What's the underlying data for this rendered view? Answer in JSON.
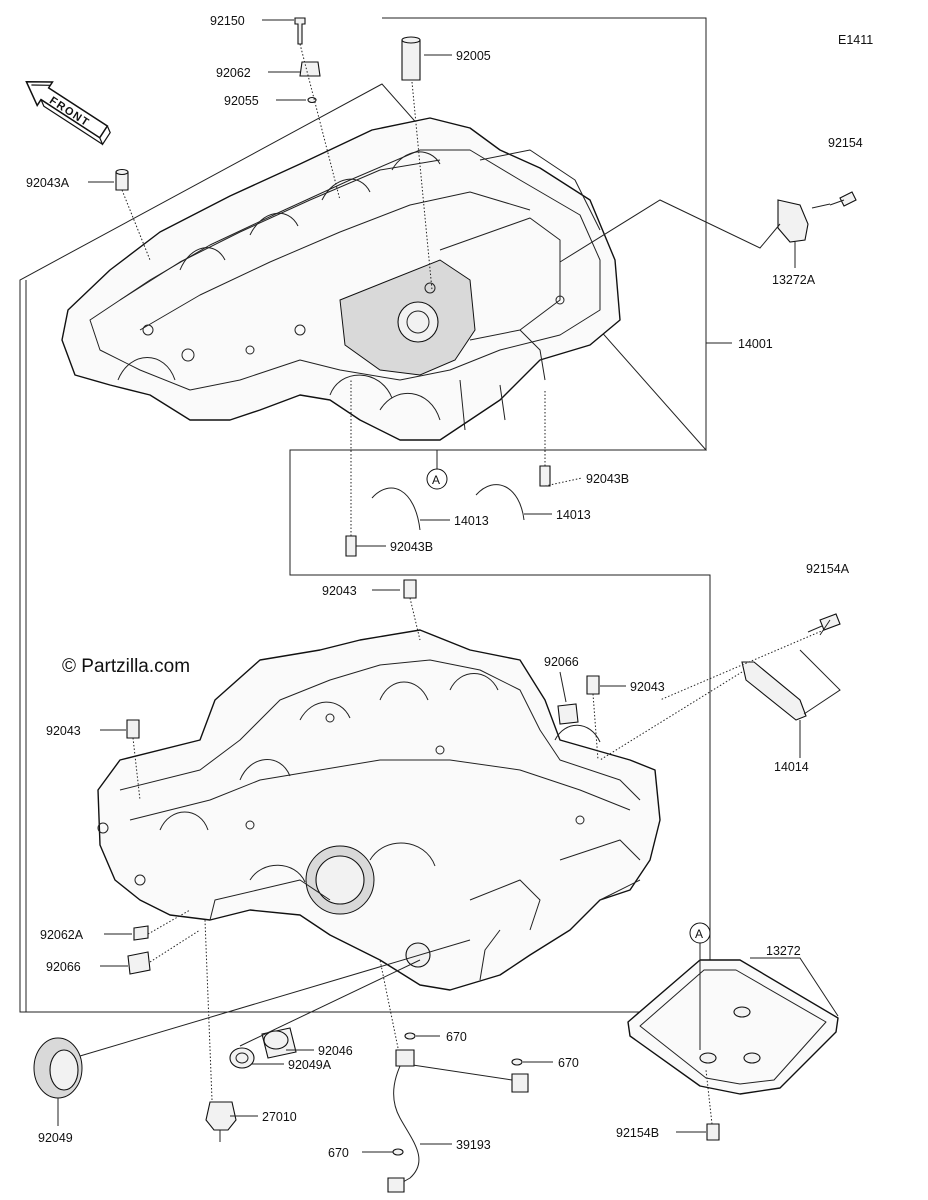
{
  "diagram_code": "E1411",
  "watermark": "© Partzilla.com",
  "front_badge": "FRONT",
  "reference_marker": "A",
  "parts": [
    {
      "id": "p92150",
      "number": "92150"
    },
    {
      "id": "p92062",
      "number": "92062"
    },
    {
      "id": "p92055",
      "number": "92055"
    },
    {
      "id": "p92005",
      "number": "92005"
    },
    {
      "id": "p92043A",
      "number": "92043A"
    },
    {
      "id": "p92154",
      "number": "92154"
    },
    {
      "id": "p13272A",
      "number": "13272A"
    },
    {
      "id": "p14001",
      "number": "14001"
    },
    {
      "id": "p92043B_r",
      "number": "92043B"
    },
    {
      "id": "p14013_l",
      "number": "14013"
    },
    {
      "id": "p14013_r",
      "number": "14013"
    },
    {
      "id": "p92043B_l",
      "number": "92043B"
    },
    {
      "id": "p92154A",
      "number": "92154A"
    },
    {
      "id": "p92043_t",
      "number": "92043"
    },
    {
      "id": "p92066_t",
      "number": "92066"
    },
    {
      "id": "p92043_r",
      "number": "92043"
    },
    {
      "id": "p92043_l",
      "number": "92043"
    },
    {
      "id": "p14014",
      "number": "14014"
    },
    {
      "id": "p92062A",
      "number": "92062A"
    },
    {
      "id": "p92066_b",
      "number": "92066"
    },
    {
      "id": "p13272",
      "number": "13272"
    },
    {
      "id": "p670_t",
      "number": "670"
    },
    {
      "id": "p92046",
      "number": "92046"
    },
    {
      "id": "p670_r",
      "number": "670"
    },
    {
      "id": "p92049A",
      "number": "92049A"
    },
    {
      "id": "p27010",
      "number": "27010"
    },
    {
      "id": "p92049",
      "number": "92049"
    },
    {
      "id": "p39193",
      "number": "39193"
    },
    {
      "id": "p670_b",
      "number": "670"
    },
    {
      "id": "p92154B",
      "number": "92154B"
    }
  ]
}
